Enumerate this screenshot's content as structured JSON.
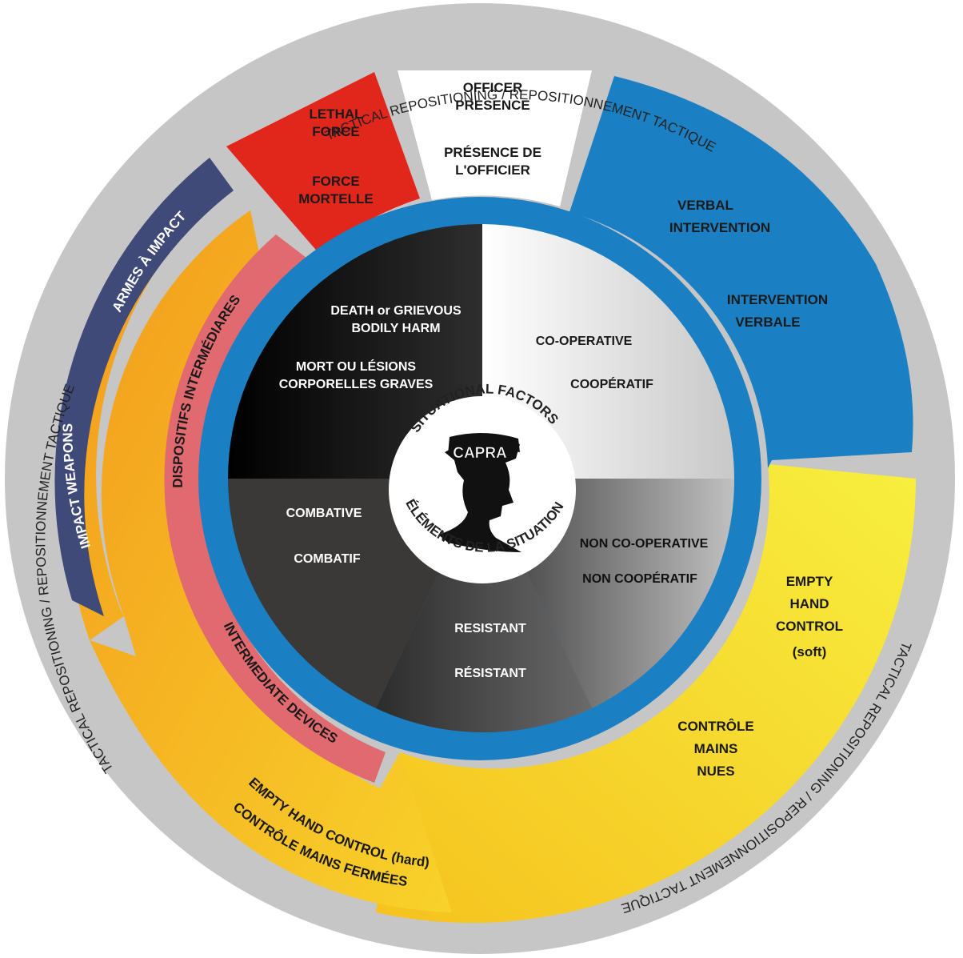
{
  "outer_ring": {
    "top": "TACTICAL REPOSITIONING / REPOSITIONNEMENT TACTIQUE",
    "right": "TACTICAL REPOSITIONING / REPOSITIONNEMENT TACTIQUE",
    "left": "TACTICAL REPOSITIONING / REPOSITIONNEMENT TACTIQUE"
  },
  "officer_presence": {
    "en": [
      "OFFICER",
      "PRESENCE"
    ],
    "fr": [
      "PRÉSENCE DE",
      "L'OFFICIER"
    ]
  },
  "verbal_intervention": {
    "en": [
      "VERBAL",
      "INTERVENTION"
    ],
    "fr": [
      "INTERVENTION",
      "VERBALE"
    ]
  },
  "empty_hand_soft": {
    "en": [
      "EMPTY",
      "HAND",
      "CONTROL",
      "(soft)"
    ],
    "fr": [
      "CONTRÔLE",
      "MAINS",
      "NUES"
    ]
  },
  "empty_hand_hard": {
    "en": "EMPTY HAND CONTROL (hard)",
    "fr": "CONTRÔLE MAINS FERMÉES"
  },
  "intermediate_devices": {
    "en": "INTERMEDIATE DEVICES",
    "fr": "DISPOSITIFS INTERMÉDIARES"
  },
  "impact_weapons": {
    "en": "IMPACT WEAPONS",
    "fr": "ARMES À IMPACT"
  },
  "lethal_force": {
    "en": [
      "LETHAL",
      "FORCE"
    ],
    "fr": [
      "FORCE",
      "MORTELLE"
    ]
  },
  "inner": {
    "death": {
      "en": [
        "DEATH or GRIEVOUS",
        "BODILY HARM"
      ],
      "fr": [
        "MORT OU LÉSIONS",
        "CORPORELLES GRAVES"
      ]
    },
    "cooperative": {
      "en": "CO-OPERATIVE",
      "fr": "COOPÉRATIF"
    },
    "non_cooperative": {
      "en": "NON CO-OPERATIVE",
      "fr": "NON COOPÉRATIF"
    },
    "resistant": {
      "en": "RESISTANT",
      "fr": "RÉSISTANT"
    },
    "combative": {
      "en": "COMBATIVE",
      "fr": "COMBATIF"
    }
  },
  "center": {
    "top": "SITUATIONAL FACTORS",
    "bottom": "ÉLÉMENTS DE LA SITUATION",
    "capra": "CAPRA"
  },
  "colors": {
    "outer_grey": "#c6c6c6",
    "verbal_blue": "#1b80c3",
    "yellow": "#f5e12c",
    "orange": "#f0a51c",
    "pink": "#e06a70",
    "navy": "#3f4a78",
    "red": "#e1261c"
  }
}
